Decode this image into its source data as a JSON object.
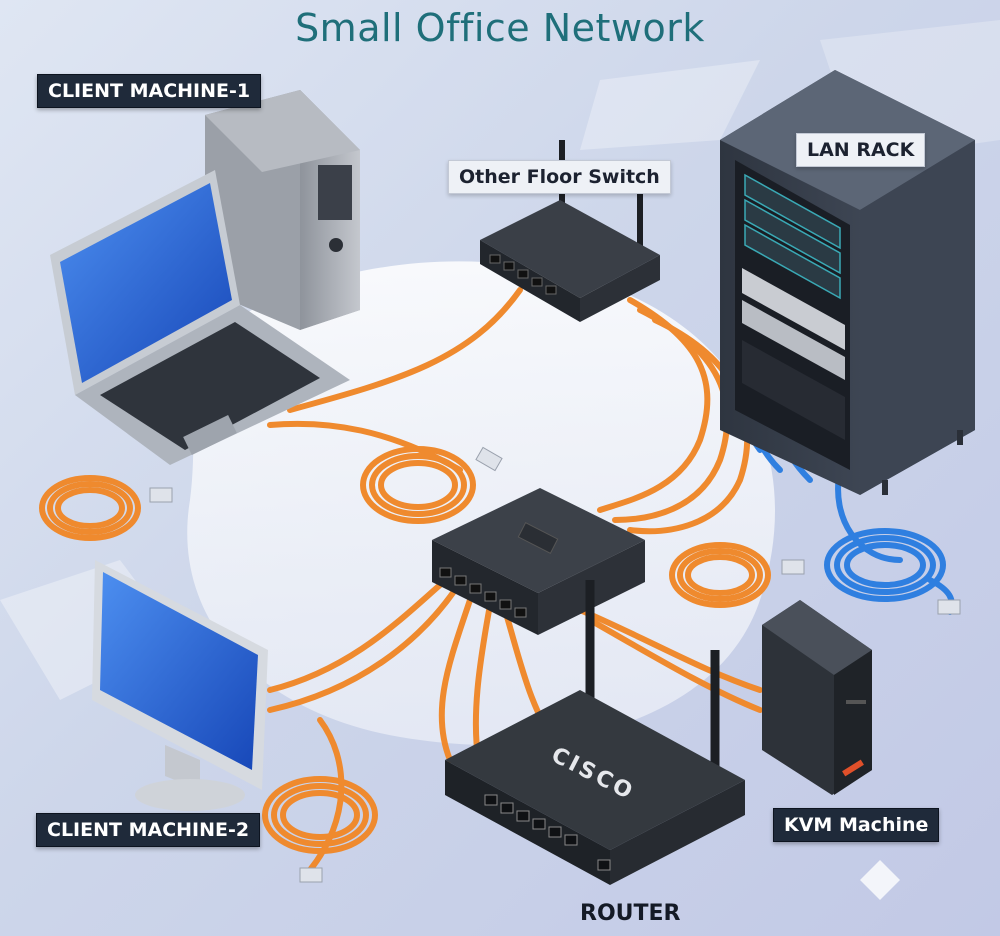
{
  "title": "Small Office Network",
  "labels": {
    "client1": "CLIENT MACHINE-1",
    "client2": "CLIENT MACHINE-2",
    "floor_switch": "Other Floor Switch",
    "lan_rack": "LAN RACK",
    "kvm": "KVM Machine",
    "router": "ROUTER"
  },
  "router_brand": "CISCO",
  "colors": {
    "cable_orange": "#ef8a2e",
    "cable_blue": "#2f7fe0",
    "device_dark": "#2b2f36",
    "screen_blue": "#1f63d8"
  }
}
